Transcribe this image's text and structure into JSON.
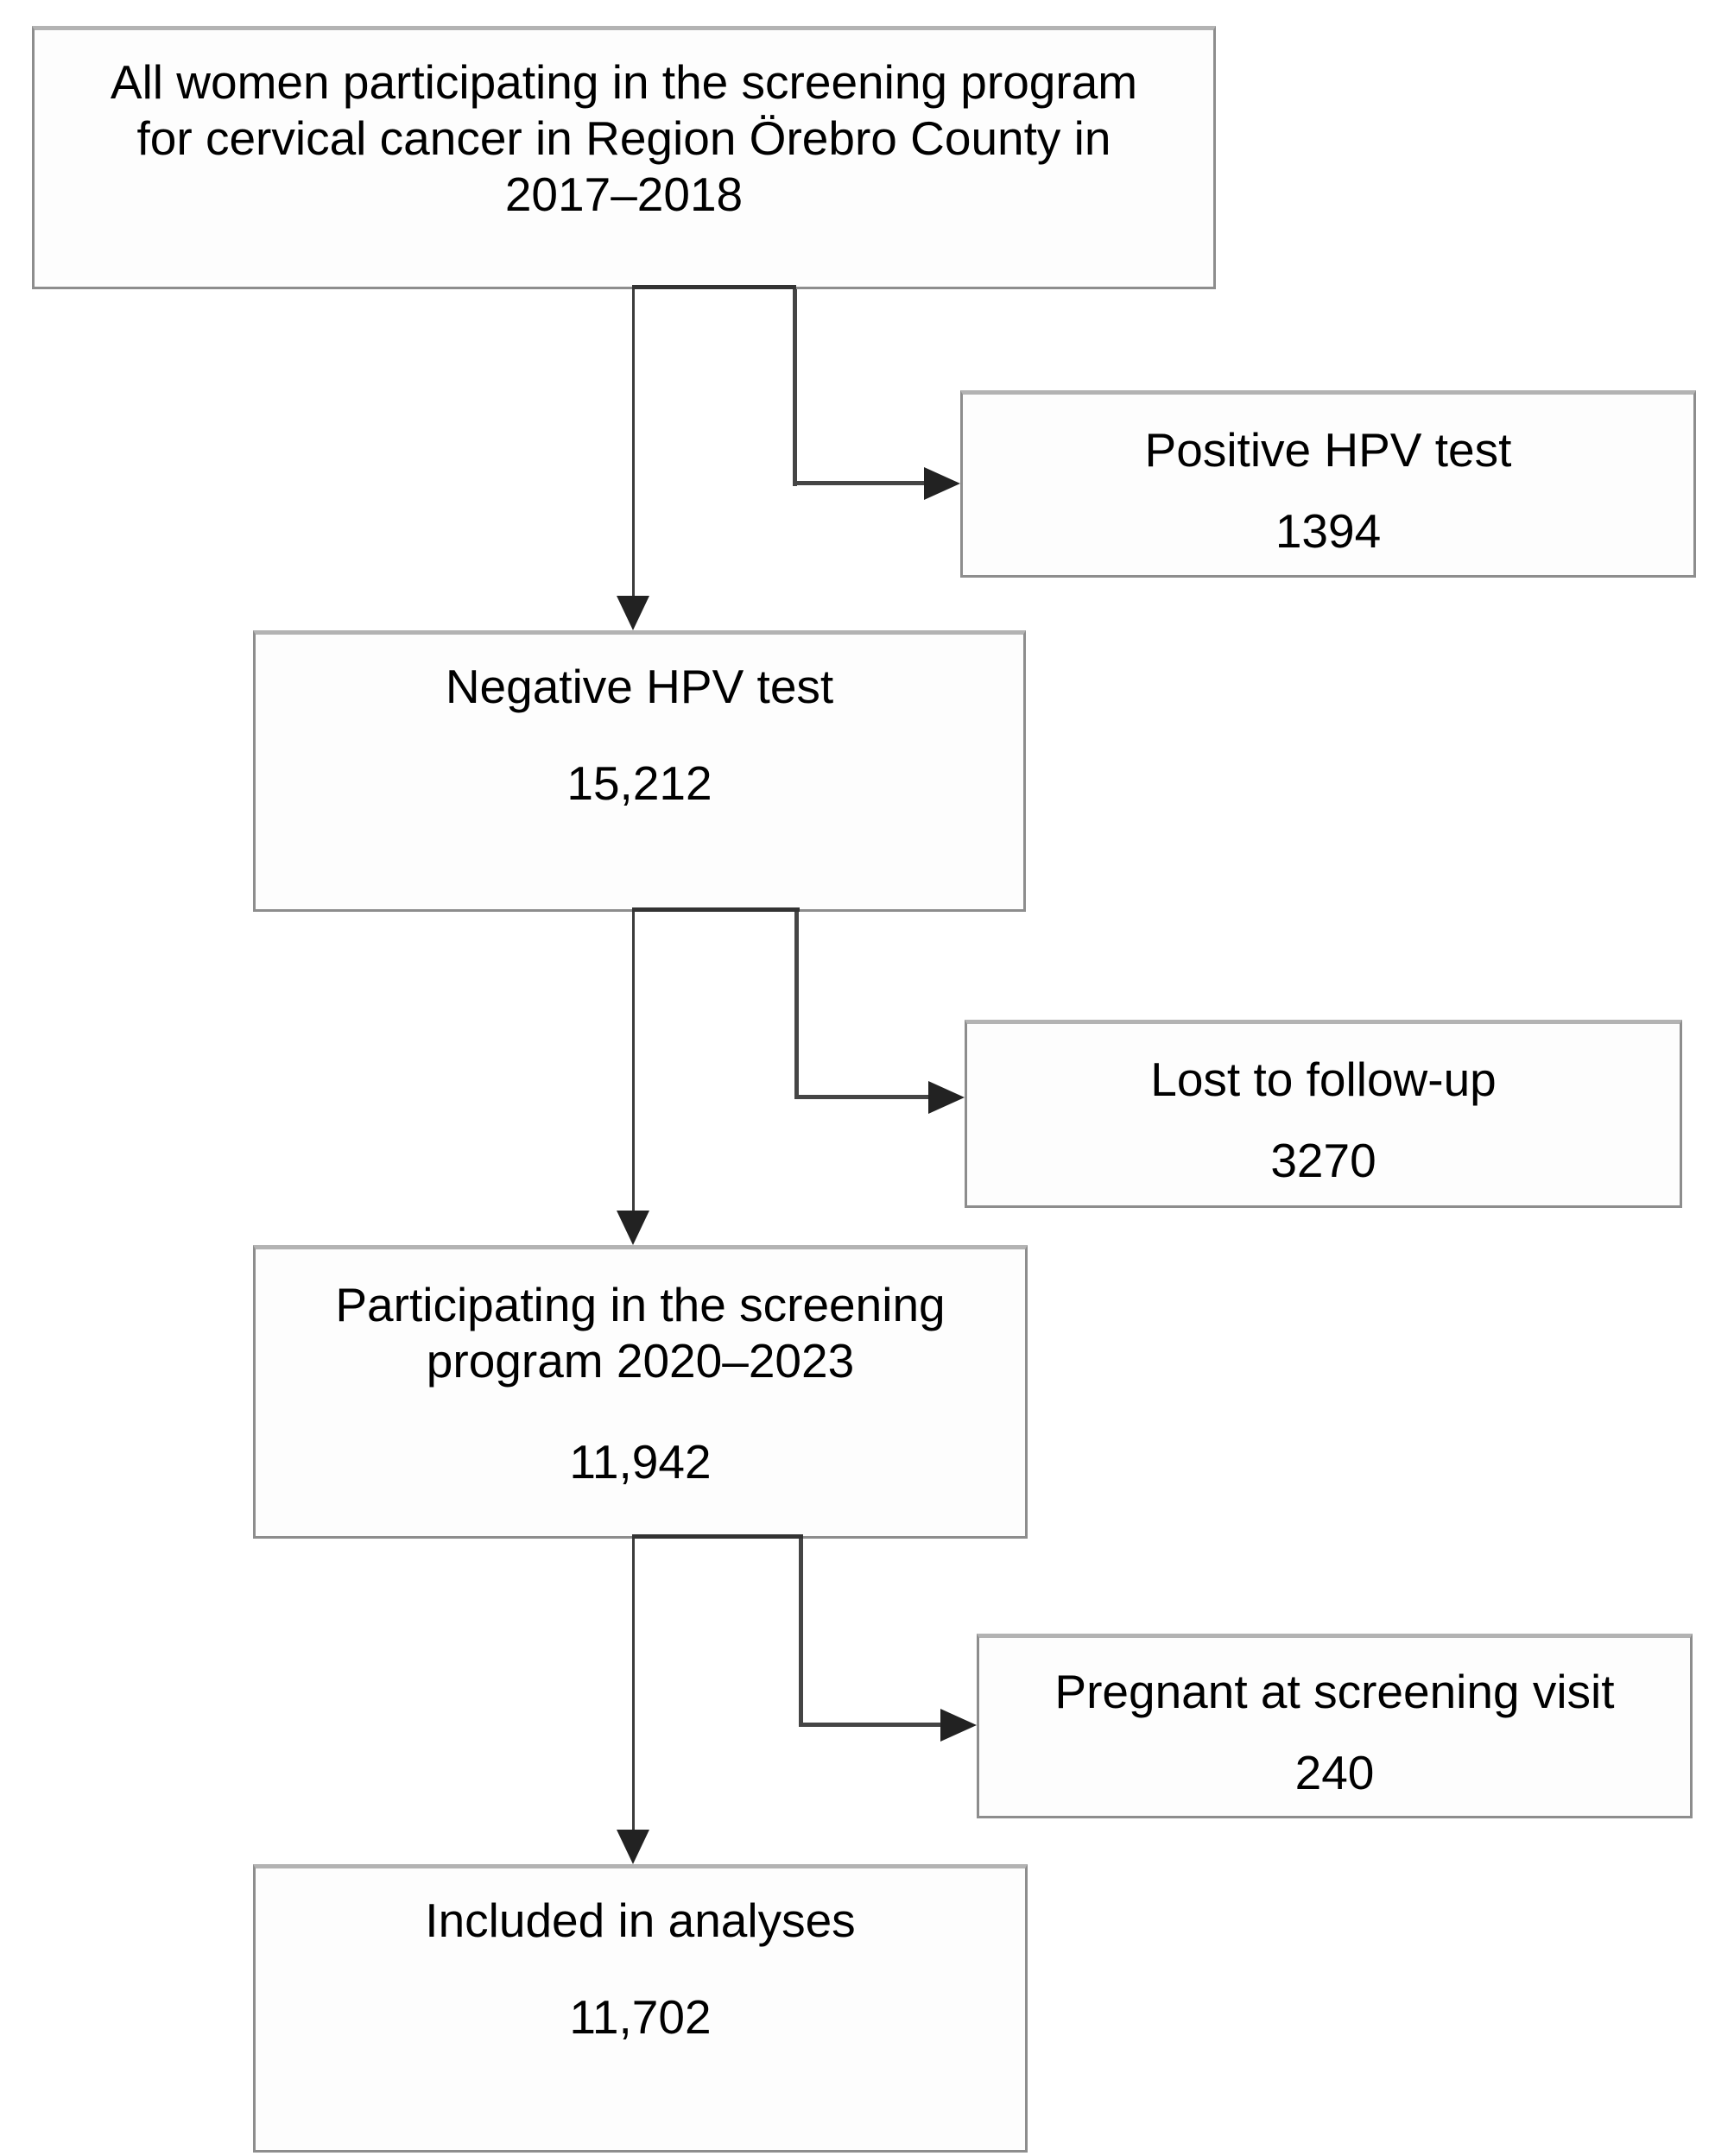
{
  "diagram": {
    "type": "flowchart",
    "colors": {
      "background": "#ffffff",
      "box_border": "#8d8d8d",
      "box_border_top": "#b3b3b3",
      "connector": "#333333",
      "text": "#000000"
    },
    "boxes": {
      "source": {
        "lines": [
          "All women participating in the screening program",
          "for cervical cancer in Region Örebro County in",
          "2017–2018"
        ]
      },
      "positive": {
        "label": "Positive HPV test",
        "value": "1394"
      },
      "negative": {
        "label": "Negative HPV test",
        "value": "15,212"
      },
      "lost": {
        "label": "Lost to follow-up",
        "value": "3270"
      },
      "participating": {
        "lines": [
          "Participating in the screening",
          "program 2020–2023"
        ],
        "value": "11,942"
      },
      "pregnant": {
        "label": "Pregnant at screening visit",
        "value": "240"
      },
      "included": {
        "label": "Included in analyses",
        "value": "11,702"
      }
    }
  }
}
